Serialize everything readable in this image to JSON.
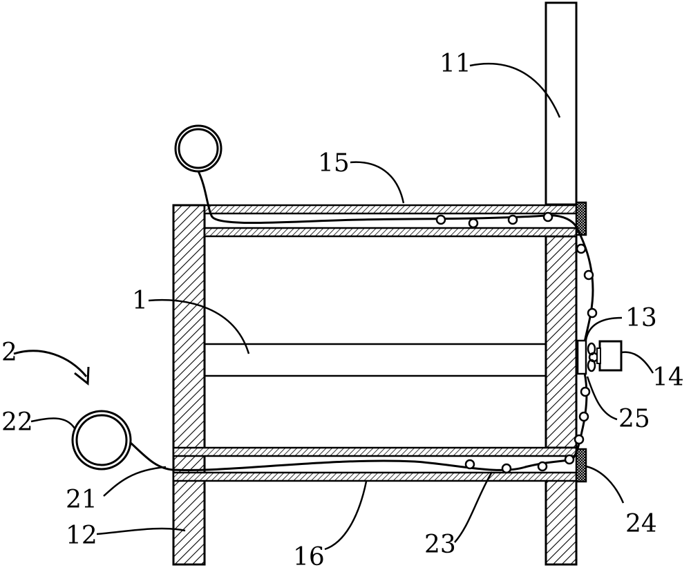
{
  "labels": {
    "l1": "1",
    "l2": "2",
    "l11": "11",
    "l12": "12",
    "l13": "13",
    "l14": "14",
    "l15": "15",
    "l16": "16",
    "l21": "21",
    "l22": "22",
    "l23": "23",
    "l24": "24",
    "l25": "25"
  },
  "colors": {
    "line": "#000000",
    "background": "#ffffff"
  }
}
